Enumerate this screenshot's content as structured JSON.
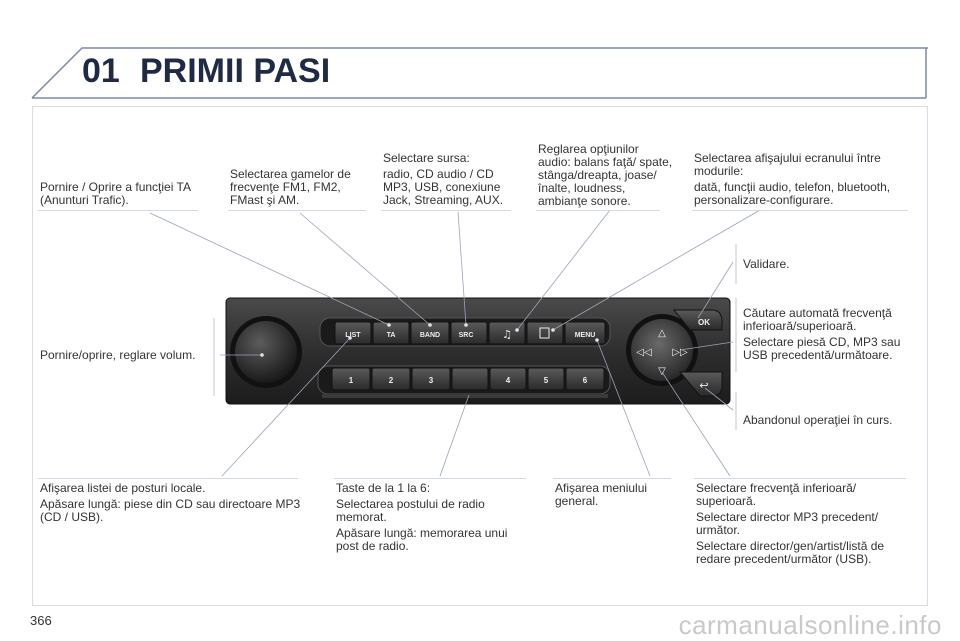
{
  "header": {
    "chapter_number": "01",
    "chapter_title": "PRIMII PASI"
  },
  "page_number": "366",
  "watermark": "carmanualsonline.info",
  "radio": {
    "buttons": {
      "list": "LIST",
      "ta": "TA",
      "band": "BAND",
      "src": "SRC",
      "menu": "MENU",
      "ok": "OK"
    },
    "presets": [
      "1",
      "2",
      "3",
      "4",
      "5",
      "6"
    ]
  },
  "notes": {
    "ta": [
      "Pornire / Oprire a funcţiei TA (Anunturi Trafic)."
    ],
    "band": [
      "Selectarea gamelor de frecvenţe FM1, FM2, FMast şi AM."
    ],
    "source": [
      "Selectare sursa:",
      "radio, CD audio / CD MP3, USB, conexiune Jack, Streaming, AUX."
    ],
    "audio": [
      "Reglarea opţiunilor audio: balans faţă/ spate, stânga/dreapta, joase/înalte, loudness, ambianţe sonore."
    ],
    "display": [
      "Selectarea afişajului ecranului între modurile:",
      "dată, funcţii audio, telefon, bluetooth, personalizare-configurare."
    ],
    "ok": [
      "Validare."
    ],
    "search": [
      "Căutare automată frecvenţă inferioară/superioară.",
      "Selectare piesă CD, MP3 sau USB precedentă/următoare."
    ],
    "power": [
      "Pornire/oprire, reglare volum."
    ],
    "back": [
      "Abandonul operaţiei în curs."
    ],
    "list": [
      "Afişarea listei de posturi locale.",
      "Apăsare lungă: piese din CD sau directoare MP3 (CD / USB)."
    ],
    "presets": [
      "Taste de la 1 la 6:",
      "Selectarea postului de radio memorat.",
      "Apăsare lungă: memorarea unui post de radio."
    ],
    "menu": [
      "Afişarea meniului general."
    ],
    "updown": [
      "Selectare frecvenţă inferioară/ superioară.",
      "Selectare director MP3 precedent/ următor.",
      "Selectare director/gen/artist/listă de redare precedent/următor (USB)."
    ]
  }
}
